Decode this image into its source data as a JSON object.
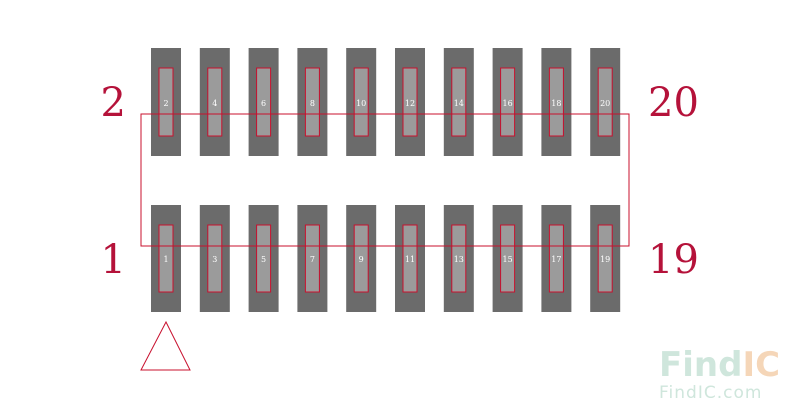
{
  "diagram": {
    "corner_labels": {
      "top_left": "2",
      "top_right": "20",
      "bottom_left": "1",
      "bottom_right": "19"
    },
    "top_row_pins": [
      "2",
      "4",
      "6",
      "8",
      "10",
      "12",
      "14",
      "16",
      "18",
      "20"
    ],
    "bottom_row_pins": [
      "1",
      "3",
      "5",
      "7",
      "9",
      "11",
      "13",
      "15",
      "17",
      "19"
    ],
    "colors": {
      "outline": "#c8102e",
      "label": "#b5123a",
      "pad_dark": "#6b6b6b",
      "pad_light": "#9b9b9b"
    }
  },
  "watermark": {
    "logo_part1": "Find",
    "logo_part2": "IC",
    "url": "FindIC.com",
    "colors": {
      "part1": "#cfe6dc",
      "part2": "#f5d6b8",
      "url": "#cfe6dc"
    }
  }
}
